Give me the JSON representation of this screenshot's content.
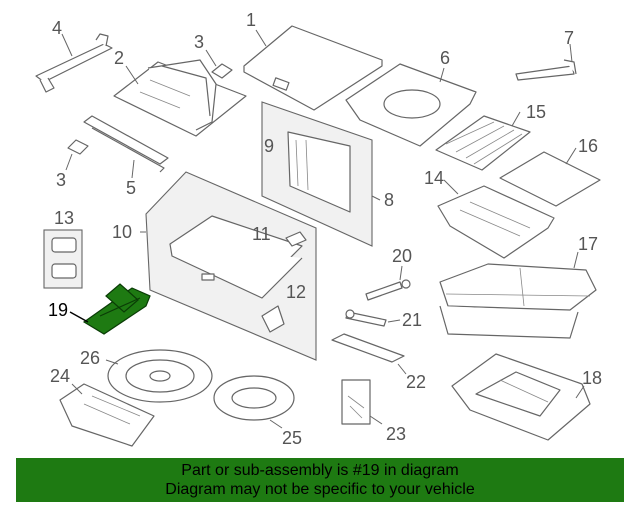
{
  "diagram": {
    "callouts": {
      "c1": "1",
      "c2": "2",
      "c3a": "3",
      "c3b": "3",
      "c4": "4",
      "c5": "5",
      "c6": "6",
      "c7": "7",
      "c8": "8",
      "c9": "9",
      "c10": "10",
      "c11": "11",
      "c12": "12",
      "c13": "13",
      "c14": "14",
      "c15": "15",
      "c16": "16",
      "c17": "17",
      "c18": "18",
      "c19": "19",
      "c20": "20",
      "c21": "21",
      "c22": "22",
      "c23": "23",
      "c24": "24",
      "c25": "25",
      "c26": "26"
    },
    "highlighted_part": "19",
    "highlight_color": "#1e7a12"
  },
  "banner": {
    "line1": "Part or sub-assembly is #19 in diagram",
    "line2": "Diagram may not be specific to your vehicle",
    "background": "#1e7a12"
  }
}
